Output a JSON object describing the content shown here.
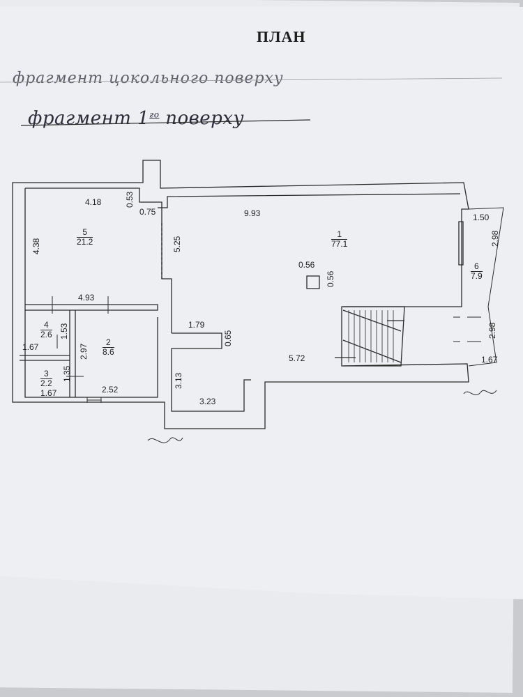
{
  "document": {
    "title": "ПЛАН",
    "handwritten_prev": "фрагмент цокольного поверху",
    "handwritten_main": "фрагмент 1",
    "handwritten_main_sup": "го",
    "handwritten_main_tail": "поверху"
  },
  "rooms": [
    {
      "num": "1",
      "area": "77.1"
    },
    {
      "num": "2",
      "area": "8.6"
    },
    {
      "num": "3",
      "area": "2.2"
    },
    {
      "num": "4",
      "area": "2.6"
    },
    {
      "num": "5",
      "area": "21.2"
    },
    {
      "num": "6",
      "area": "7.9"
    }
  ],
  "dims": {
    "d418": "4.18",
    "d053": "0.53",
    "d075": "0.75",
    "d993": "9.93",
    "d150": "1.50",
    "d298a": "2.98",
    "d438": "4.38",
    "d525": "5.25",
    "d056a": "0.56",
    "d056b": "0.56",
    "d493": "4.93",
    "d179": "1.79",
    "d065": "0.65",
    "d153": "1.53",
    "d167a": "1.67",
    "d297": "2.97",
    "d298b": "2.98",
    "d572": "5.72",
    "d167b": "1.67",
    "d135": "1.35",
    "d167c": "1.67",
    "d252": "2.52",
    "d313": "3.13",
    "d323": "3.23"
  }
}
